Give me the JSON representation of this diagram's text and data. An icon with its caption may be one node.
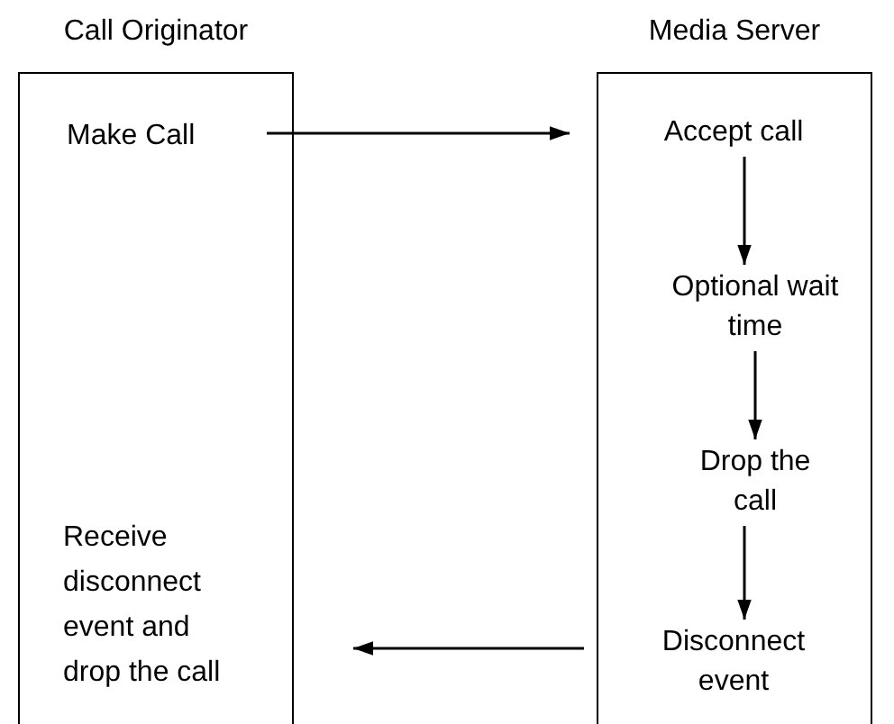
{
  "diagram": {
    "nodes": [
      {
        "text": [
          "Call Originator"
        ]
      },
      {
        "text": [
          "Media Server"
        ]
      },
      {
        "text": [
          "Make Call"
        ],
        "in": 0
      },
      {
        "text": [
          "Accept call"
        ],
        "in": 1
      },
      {
        "text": [
          "Optional wait time"
        ],
        "in": 1
      },
      {
        "text": [
          "Drop the call"
        ],
        "in": 1
      },
      {
        "text": [
          "Disconnect event"
        ],
        "in": 1
      },
      {
        "text": [
          "Receive disconnect event and drop the call"
        ],
        "in": 0
      }
    ],
    "edges": [
      {
        "from": 2,
        "to": 3,
        "arrow": "to"
      },
      {
        "from": 3,
        "to": 4,
        "arrow": "to"
      },
      {
        "from": 4,
        "to": 5,
        "arrow": "to"
      },
      {
        "from": 5,
        "to": 6,
        "arrow": "to"
      },
      {
        "from": 6,
        "to": 7,
        "arrow": "to"
      }
    ]
  }
}
